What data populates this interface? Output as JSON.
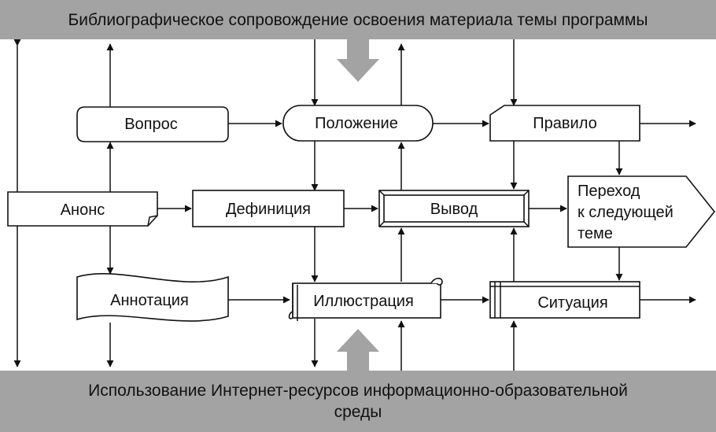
{
  "bands": {
    "top": "Библиографическое сопровождение освоения материала темы программы",
    "bottom_line1": "Использование Интернет-ресурсов информационно-образовательной",
    "bottom_line2": "среды"
  },
  "nodes": {
    "vopros": "Вопрос",
    "polozhenie": "Положение",
    "pravilo": "Правило",
    "anons": "Анонс",
    "definiciya": "Дефиниция",
    "vyvod": "Вывод",
    "perehod_line1": "Переход",
    "perehod_line2": "к следующей",
    "perehod_line3": "теме",
    "annotaciya": "Аннотация",
    "illyustraciya": "Иллюстрация",
    "situaciya": "Ситуация"
  },
  "colors": {
    "band": "#a3a3a3",
    "big_arrow": "#a3a3a3",
    "stroke": "#111111"
  }
}
